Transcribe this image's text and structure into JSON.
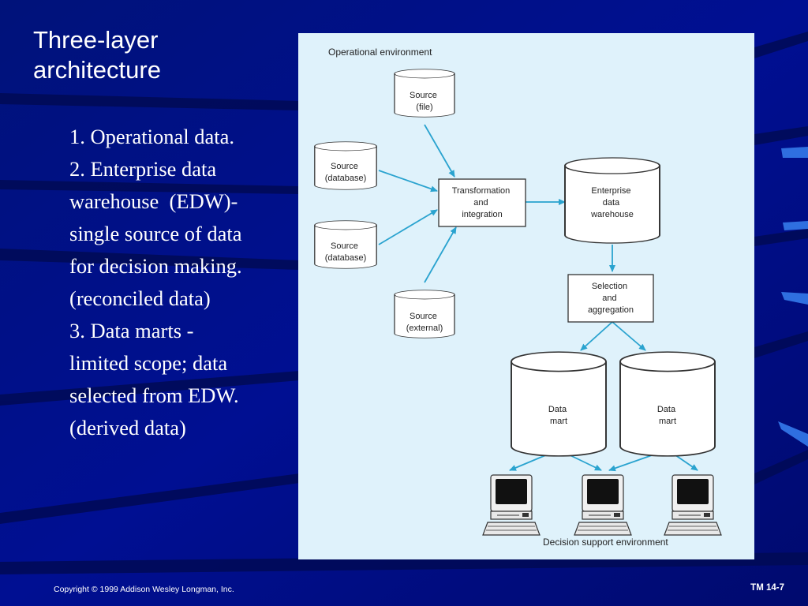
{
  "slide": {
    "title_lines": [
      "Three-layer",
      "architecture"
    ],
    "points": [
      "1. Operational data.",
      "2. Enterprise data",
      "warehouse  (EDW)-",
      "single source of data",
      "for decision making.",
      "(reconciled data)",
      "3. Data marts -",
      "limited scope; data",
      "selected from EDW.",
      "(derived data)"
    ],
    "footer_left": "Copyright © 1999 Addison Wesley Longman, Inc.",
    "footer_right": "TM 14-7"
  },
  "diagram": {
    "operational_label": "Operational environment",
    "decision_label": "Decision support environment",
    "source_file": [
      "Source",
      "(file)"
    ],
    "source_db_1": [
      "Source",
      "(database)"
    ],
    "source_db_2": [
      "Source",
      "(database)"
    ],
    "source_external": [
      "Source",
      "(external)"
    ],
    "transformation": [
      "Transformation",
      "and",
      "integration"
    ],
    "edw": [
      "Enterprise",
      "data",
      "warehouse"
    ],
    "selection": [
      "Selection",
      "and",
      "aggregation"
    ],
    "data_mart_1": [
      "Data",
      "mart"
    ],
    "data_mart_2": [
      "Data",
      "mart"
    ]
  },
  "colors": {
    "background": "#000e8c",
    "figure_background": "#dff2fb",
    "arrow": "#2aa3cf",
    "text": "#ffffff"
  }
}
